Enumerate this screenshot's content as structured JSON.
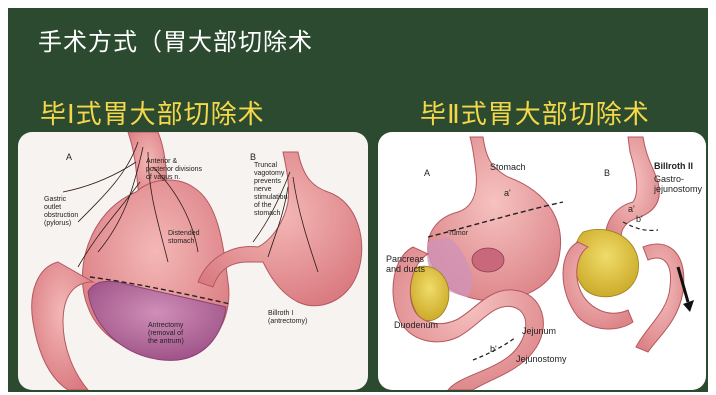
{
  "slide": {
    "title": "手术方式（胃大部切除术",
    "subtitle_left": "毕Ⅰ式胃大部切除术",
    "subtitle_right": "毕Ⅱ式胃大部切除术"
  },
  "left_illustration": {
    "label_a": "A",
    "label_b": "B",
    "vagus": "Anterior &\nposterior divisions\nof vagus n.",
    "outlet": "Gastric\noutlet\nobstruction\n(pylorus)",
    "distended": "Distended\nstomach",
    "antrectomy": "Antrectomy\n(removal of\nthe antrum)",
    "truncal": "Truncal\nvagotomy\nprevents\nnerve\nstimulation\nof the\nstomach",
    "billroth1": "Billroth I\n(antrectomy)"
  },
  "right_illustration": {
    "label_a": "A",
    "label_b": "B",
    "stomach": "Stomach",
    "a_prime": "a'",
    "tumor": "Tumor",
    "pancreas": "Pancreas\nand ducts",
    "duodenum": "Duodenum",
    "jejunum": "Jejunum",
    "b_prime": "b'",
    "jejunostomy": "Jejunostomy",
    "billroth2_title": "Billroth II",
    "billroth2_sub": "Gastro-\njejunostomy",
    "a_prime_b": "a'",
    "b_prime_b": "b'"
  },
  "colors": {
    "background": "#2b4a30",
    "title_text": "#ffffff",
    "subtitle_text": "#f5d84a",
    "tissue_pink": "#e8969a",
    "resected_purple": "#b86a9a",
    "pancreas_yellow": "#e0c43a"
  }
}
